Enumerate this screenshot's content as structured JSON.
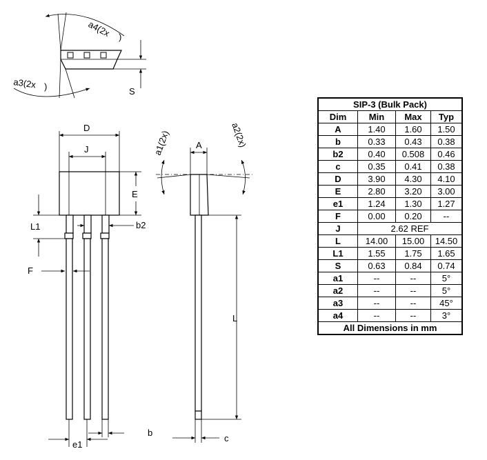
{
  "labels": {
    "a4": "a4(2x",
    "a3": "a3(2x",
    "S": "S",
    "D": "D",
    "J": "J",
    "E": "E",
    "L1": "L1",
    "b2": "b2",
    "F": "F",
    "L": "L",
    "e1": "e1",
    "b": "b",
    "c": "c",
    "A": "A",
    "a1": "a1(2x)",
    "a2": "a2(2x)"
  },
  "table": {
    "title": "SIP-3 (Bulk Pack)",
    "headers": [
      "Dim",
      "Min",
      "Max",
      "Typ"
    ],
    "rows": [
      {
        "dim": "A",
        "min": "1.40",
        "max": "1.60",
        "typ": "1.50"
      },
      {
        "dim": "b",
        "min": "0.33",
        "max": "0.43",
        "typ": "0.38"
      },
      {
        "dim": "b2",
        "min": "0.40",
        "max": "0.508",
        "typ": "0.46"
      },
      {
        "dim": "c",
        "min": "0.35",
        "max": "0.41",
        "typ": "0.38"
      },
      {
        "dim": "D",
        "min": "3.90",
        "max": "4.30",
        "typ": "4.10"
      },
      {
        "dim": "E",
        "min": "2.80",
        "max": "3.20",
        "typ": "3.00"
      },
      {
        "dim": "e1",
        "min": "1.24",
        "max": "1.30",
        "typ": "1.27"
      },
      {
        "dim": "F",
        "min": "0.00",
        "max": "0.20",
        "typ": "--"
      },
      {
        "dim": "J",
        "span": "2.62 REF"
      },
      {
        "dim": "L",
        "min": "14.00",
        "max": "15.00",
        "typ": "14.50"
      },
      {
        "dim": "L1",
        "min": "1.55",
        "max": "1.75",
        "typ": "1.65"
      },
      {
        "dim": "S",
        "min": "0.63",
        "max": "0.84",
        "typ": "0.74"
      },
      {
        "dim": "a1",
        "min": "--",
        "max": "--",
        "typ": "5°"
      },
      {
        "dim": "a2",
        "min": "--",
        "max": "--",
        "typ": "5°"
      },
      {
        "dim": "a3",
        "min": "--",
        "max": "--",
        "typ": "45°"
      },
      {
        "dim": "a4",
        "min": "--",
        "max": "--",
        "typ": "3°"
      }
    ],
    "footer": "All Dimensions in mm"
  }
}
